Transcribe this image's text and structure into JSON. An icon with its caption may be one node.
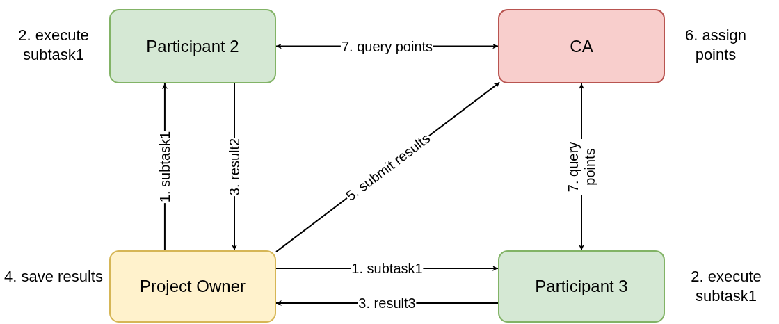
{
  "diagram": {
    "nodes": [
      {
        "text": [
          "Participant 2"
        ],
        "beside": [
          "2. execute subtask1"
        ]
      },
      {
        "text": [
          "CA"
        ],
        "beside": [
          "6. assign points"
        ]
      },
      {
        "text": [
          "Project Owner"
        ],
        "beside": [
          "4. save results"
        ]
      },
      {
        "text": [
          "Participant 3"
        ],
        "beside": [
          "2. execute subtask1"
        ]
      }
    ],
    "edges": [
      {
        "from": 2,
        "to": 0,
        "arrow": "to",
        "label": "1. subtask1"
      },
      {
        "from": 0,
        "to": 2,
        "arrow": "to",
        "label": "3. result2"
      },
      {
        "from": 0,
        "to": 1,
        "arrow": "both",
        "label": "7. query points"
      },
      {
        "from": 2,
        "to": 1,
        "arrow": "to",
        "label": "5. submit results"
      },
      {
        "from": 1,
        "to": 3,
        "arrow": "both",
        "label": "7. query points"
      },
      {
        "from": 2,
        "to": 3,
        "arrow": "to",
        "label": "1. subtask1"
      },
      {
        "from": 3,
        "to": 2,
        "arrow": "to",
        "label": "3. result3"
      }
    ]
  }
}
